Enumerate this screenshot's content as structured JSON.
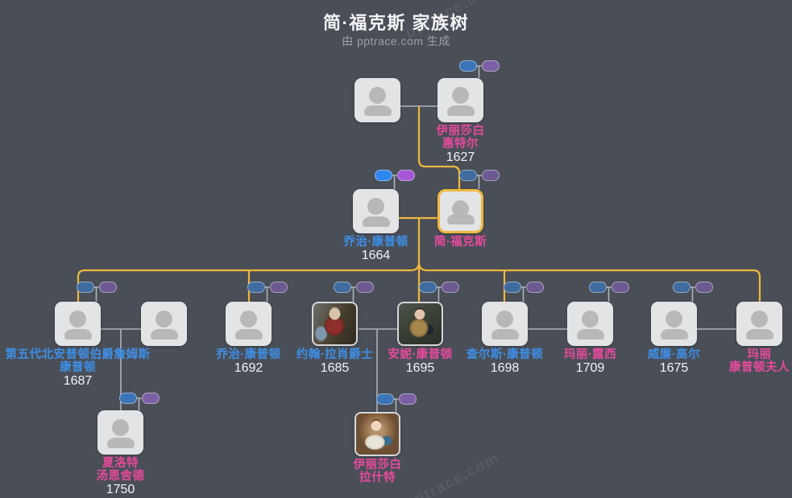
{
  "meta": {
    "title": "简·福克斯 家族树",
    "subtitle": "由 pptrace.com 生成",
    "watermark": "pptrace.com"
  },
  "colors": {
    "background": "#4a4f57",
    "card": "#e3e4e5",
    "avatar": "#b6b8ba",
    "line": "#aeb3b9",
    "gold": "#f0b83e",
    "male_name": "#3e8fe8",
    "female_name": "#e9499e",
    "year_text": "#f2f3f4",
    "pills": {
      "bright": {
        "father": "#2e87ef",
        "mother": "#a557d6"
      },
      "medium": {
        "father": "#3c74b8",
        "mother": "#7c60a5"
      },
      "muted": {
        "father": "#3f6b9e",
        "mother": "#6d5a90"
      }
    }
  },
  "persons": {
    "g1-father": {
      "line1": "",
      "line2": "",
      "year": "",
      "gender": ""
    },
    "g1-mother": {
      "line1": "伊丽莎白",
      "line2": "惠特尔",
      "year": "1627",
      "gender": "female"
    },
    "g2-george": {
      "line1": "乔治·康普顿",
      "line2": "",
      "year": "1664",
      "gender": "male"
    },
    "g2-jane": {
      "line1": "简·福克斯",
      "line2": "",
      "year": "",
      "gender": "female"
    },
    "g3-james": {
      "line1": "第五代北安普顿伯爵詹姆斯",
      "line2": "康普顿",
      "year": "1687",
      "gender": "male"
    },
    "g3-spouse": {
      "line1": "",
      "line2": "",
      "year": "",
      "gender": ""
    },
    "g3-george": {
      "line1": "乔治·康普顿",
      "line2": "",
      "year": "1692",
      "gender": "male"
    },
    "g3-john": {
      "line1": "约翰·拉肖爵士",
      "line2": "",
      "year": "1685",
      "gender": "male"
    },
    "g3-anne": {
      "line1": "安妮·康普顿",
      "line2": "",
      "year": "1695",
      "gender": "female"
    },
    "g3-charles": {
      "line1": "查尔斯·康普顿",
      "line2": "",
      "year": "1698",
      "gender": "male"
    },
    "g3-marylucy": {
      "line1": "玛丽·露西",
      "line2": "",
      "year": "1709",
      "gender": "female"
    },
    "g3-william": {
      "line1": "威廉·高尔",
      "line2": "",
      "year": "1675",
      "gender": "male"
    },
    "g3-mary": {
      "line1": "玛丽",
      "line2": "康普顿夫人",
      "year": "",
      "gender": "female"
    },
    "g4-charlotte": {
      "line1": "夏洛特",
      "line2": "汤恩舍德",
      "year": "1750",
      "gender": "female"
    },
    "g4-liz": {
      "line1": "伊丽莎白",
      "line2": "拉什特",
      "year": "",
      "gender": "female"
    }
  }
}
